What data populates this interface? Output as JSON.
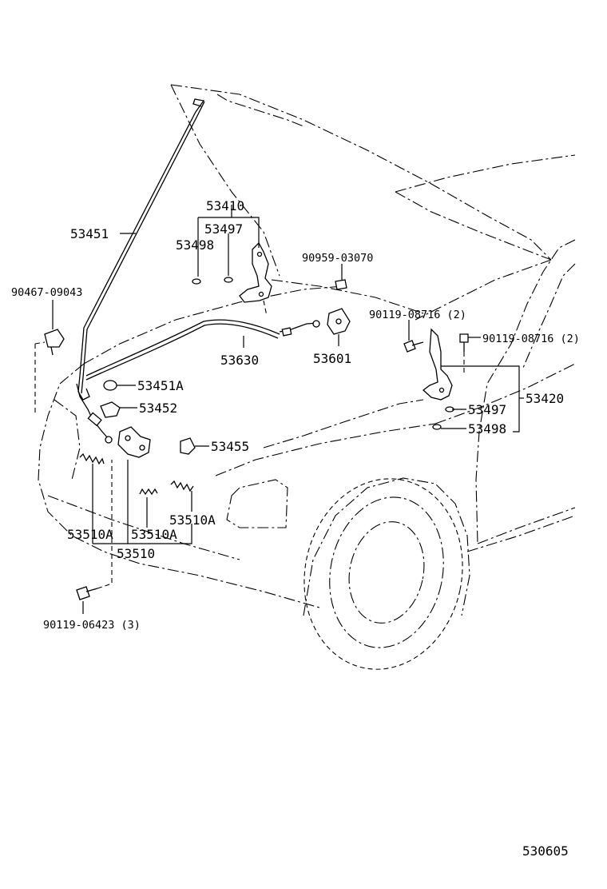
{
  "labels": {
    "p53410": "53410",
    "p53497_left": "53497",
    "p53498_left": "53498",
    "p53451": "53451",
    "p90467": "90467-09043",
    "p90959": "90959-03070",
    "p90119_08716_a": "90119-08716 (2)",
    "p90119_08716_b": "90119-08716 (2)",
    "p53630": "53630",
    "p53601": "53601",
    "p53451A": "53451A",
    "p53452": "53452",
    "p53455": "53455",
    "p53420": "53420",
    "p53497_right": "53497",
    "p53498_right": "53498",
    "p53510A_right": "53510A",
    "p53510A_left1": "53510A",
    "p53510A_left2": "53510A",
    "p53510": "53510",
    "p90119_06423": "90119-06423 (3)",
    "diagram_code": "530605"
  },
  "icons": {
    "hood": "hood-outline",
    "hinge_left": "hood-hinge-icon",
    "hinge_right": "hood-hinge-icon",
    "lock": "hood-lock-icon",
    "bolt": "bolt-icon",
    "cushion": "cushion-icon",
    "clip": "clip-icon",
    "spring": "spring-icon"
  }
}
